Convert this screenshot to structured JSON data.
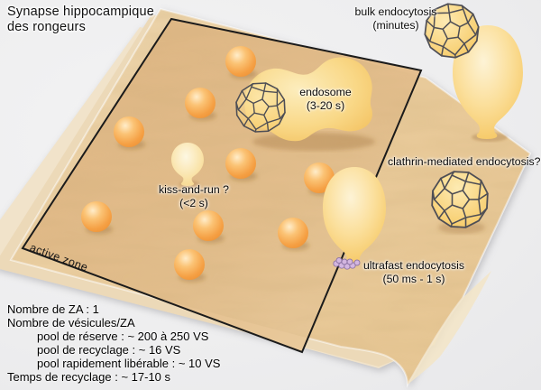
{
  "header": {
    "title_line1": "Synapse hippocampique",
    "title_line2": "des rongeurs"
  },
  "annotations": {
    "bulk_endocytosis": {
      "label": "bulk endocytosis",
      "timing": "(minutes)"
    },
    "endosome": {
      "label": "endosome",
      "timing": "(3-20 s)"
    },
    "kiss_and_run": {
      "label": "kiss-and-run ?",
      "timing": "(<2 s)"
    },
    "clathrin_mediated": {
      "label": "clathrin-mediated endocytosis?"
    },
    "ultrafast_endocytosis": {
      "label": "ultrafast endocytosis",
      "timing": "(50 ms - 1 s)"
    },
    "active_zone": {
      "label": "active zone"
    }
  },
  "stats": {
    "nombre_za": "Nombre de ZA : 1",
    "nombre_vesicules": "Nombre de vésicules/ZA",
    "pool_reserve": "pool de réserve : ~ 200 à 250 VS",
    "pool_recyclage": "pool de recyclage : ~ 16 VS",
    "pool_liberable": "pool rapidement libérable : ~ 10 VS",
    "temps_recyclage": "Temps de recyclage : ~ 17-10 s"
  },
  "figure": {
    "vesicle_count": 9,
    "clathrin_cage_count": 3,
    "colors": {
      "background": "#eeeeef",
      "membrane_sheet": "#e9c794",
      "active_zone_fill": "#e2bc8c",
      "vesicle_orange": "#f7a843",
      "balloon_yellow": "#f9d584",
      "endosome_yellow": "#f8d380",
      "bead_purple": "#d3b6e0",
      "cage_stroke": "#4e4e55",
      "outline_black": "#1b1b1b"
    }
  }
}
